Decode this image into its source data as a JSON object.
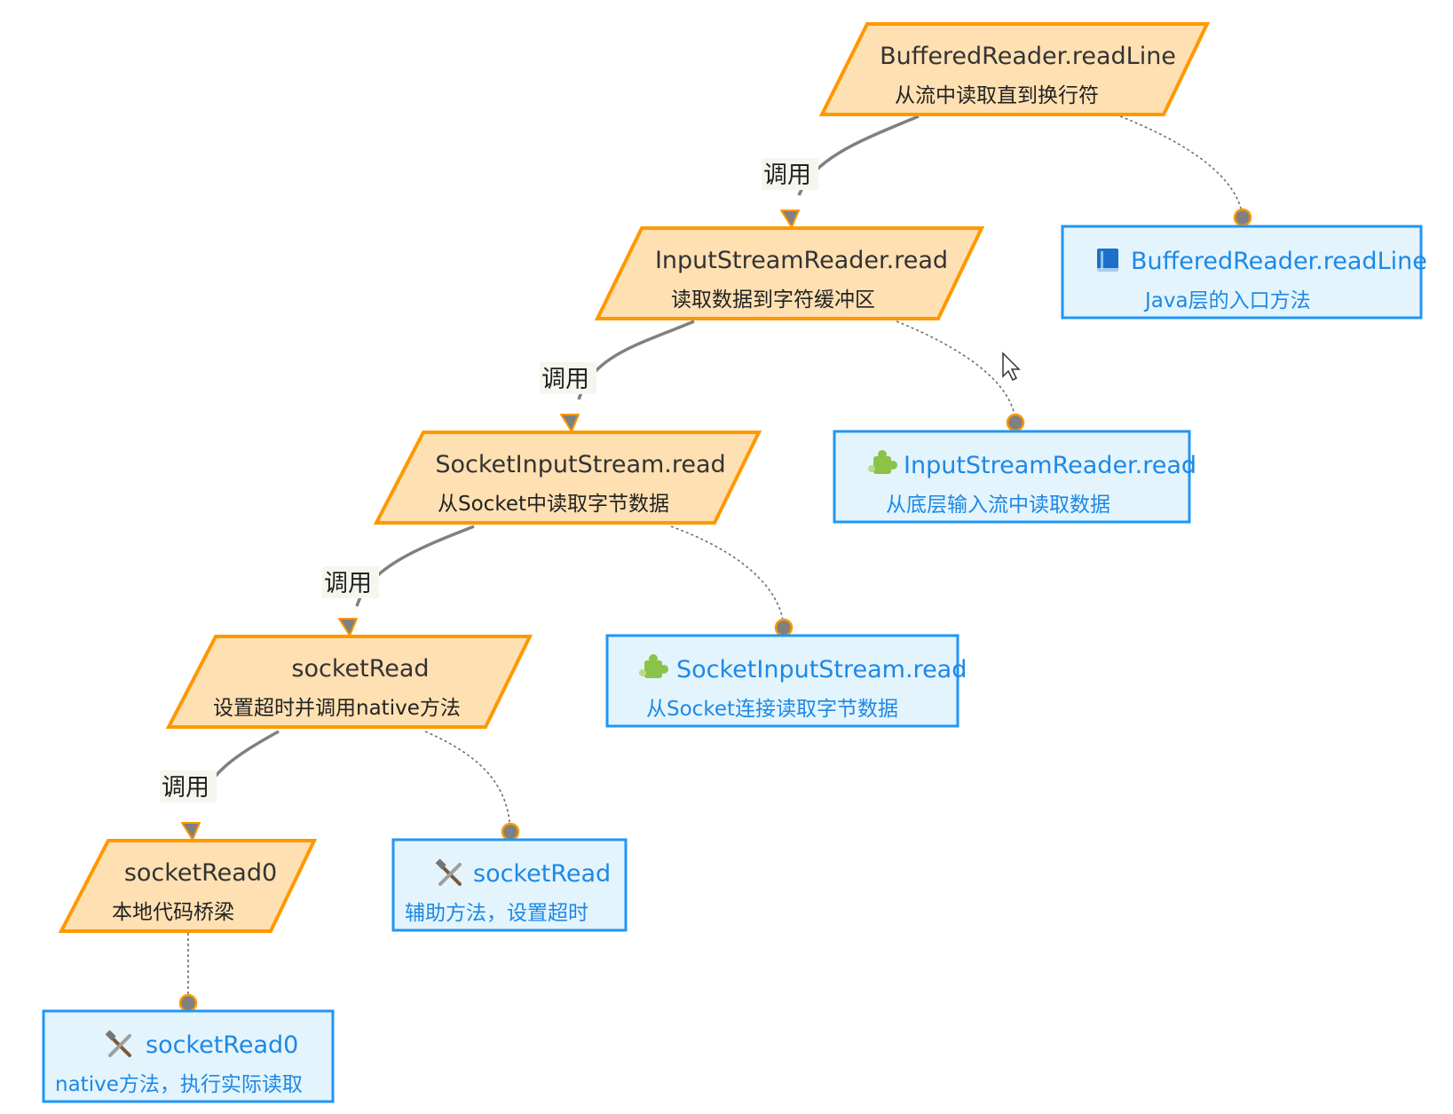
{
  "nodes": [
    {
      "title": "BufferedReader.readLine",
      "desc": "从流中读取直到换行符"
    },
    {
      "title": "InputStreamReader.read",
      "desc": "读取数据到字符缓冲区"
    },
    {
      "title": "SocketInputStream.read",
      "desc": "从Socket中读取字节数据"
    },
    {
      "title": "socketRead",
      "desc": "设置超时并调用native方法"
    },
    {
      "title": "socketRead0",
      "desc": "本地代码桥梁"
    }
  ],
  "notes": [
    {
      "icon": "book-icon",
      "title": "BufferedReader.readLine",
      "desc": "Java层的入口方法"
    },
    {
      "icon": "puzzle-icon",
      "title": "InputStreamReader.read",
      "desc": "从底层输入流中读取数据"
    },
    {
      "icon": "puzzle-icon",
      "title": "SocketInputStream.read",
      "desc": "从Socket连接读取字节数据"
    },
    {
      "icon": "tools-icon",
      "title": "socketRead",
      "desc": "辅助方法，设置超时"
    },
    {
      "icon": "tools-icon",
      "title": "socketRead0",
      "desc": "native方法，执行实际读取"
    }
  ],
  "edges": [
    {
      "label": "调用"
    },
    {
      "label": "调用"
    },
    {
      "label": "调用"
    },
    {
      "label": "调用"
    }
  ],
  "colors": {
    "node_fill": "#ffe0b2",
    "node_stroke": "#ff9800",
    "note_fill": "#e3f4fc",
    "note_stroke": "#2196f3",
    "note_text": "#1e88e5",
    "edge": "#808080"
  }
}
